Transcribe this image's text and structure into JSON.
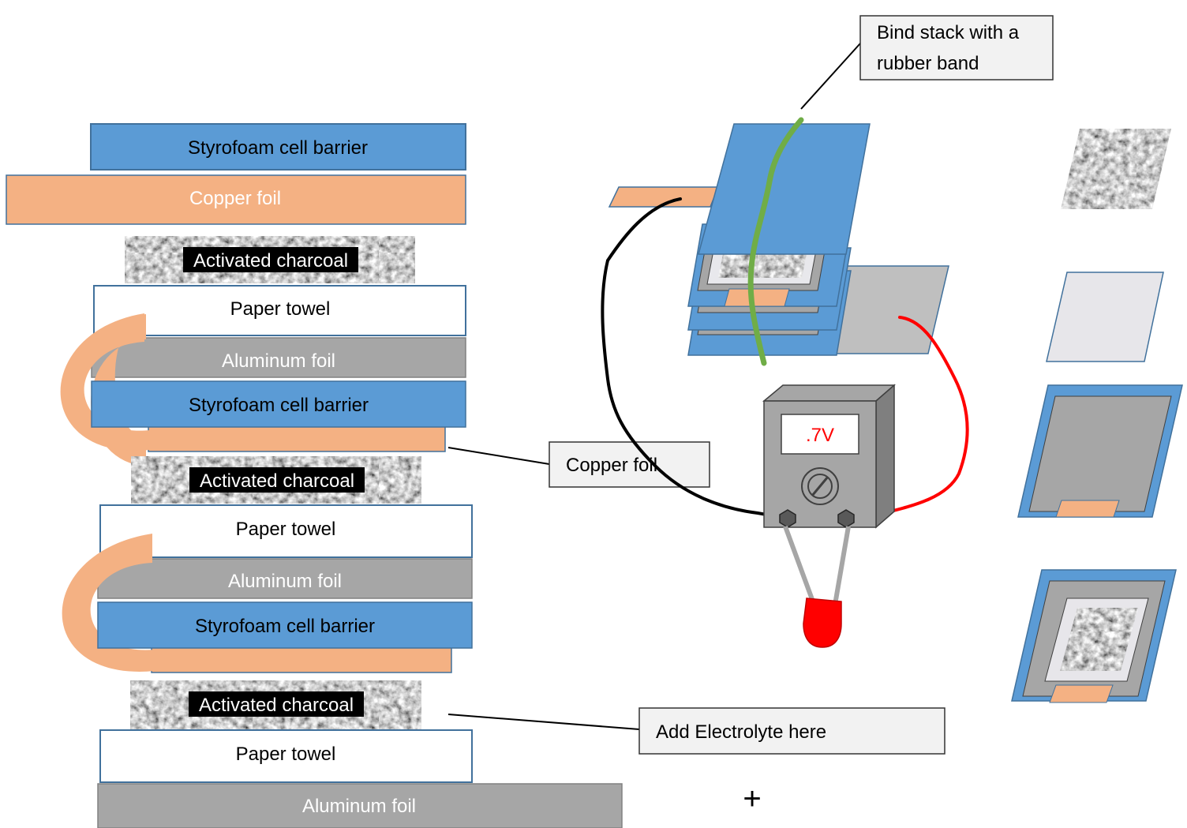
{
  "colors": {
    "styrofoam": "#5b9bd5",
    "styrofoam_edge": "#41719c",
    "copper": "#f4b183",
    "copper_edge": "#c55a11",
    "aluminum": "#a6a6a6",
    "aluminum_edge": "#808080",
    "paper": "#ffffff",
    "paper_edge": "#41719c",
    "charcoal_base": "#9a9a9a",
    "charcoal_text_bg": "#000000",
    "callout_bg": "#f2f2f2",
    "callout_edge": "#333333",
    "rubber_band": "#70ad47",
    "wire_black": "#000000",
    "wire_red": "#ff0000",
    "meter_body": "#8c8c8c",
    "led": "#ff0000",
    "voltage_text": "#ff0000"
  },
  "stack": {
    "styrofoam_label": "Styrofoam cell barrier",
    "copper_label": "Copper foil",
    "charcoal_label": "Activated charcoal",
    "paper_label": "Paper towel",
    "aluminum_label": "Aluminum foil"
  },
  "callouts": {
    "rubber_band_line1": "Bind stack with a",
    "rubber_band_line2": "rubber band",
    "copper_foil": "Copper foil",
    "electrolyte": "Add Electrolyte here"
  },
  "meter": {
    "reading": ".7V"
  },
  "plus_sign": "+"
}
